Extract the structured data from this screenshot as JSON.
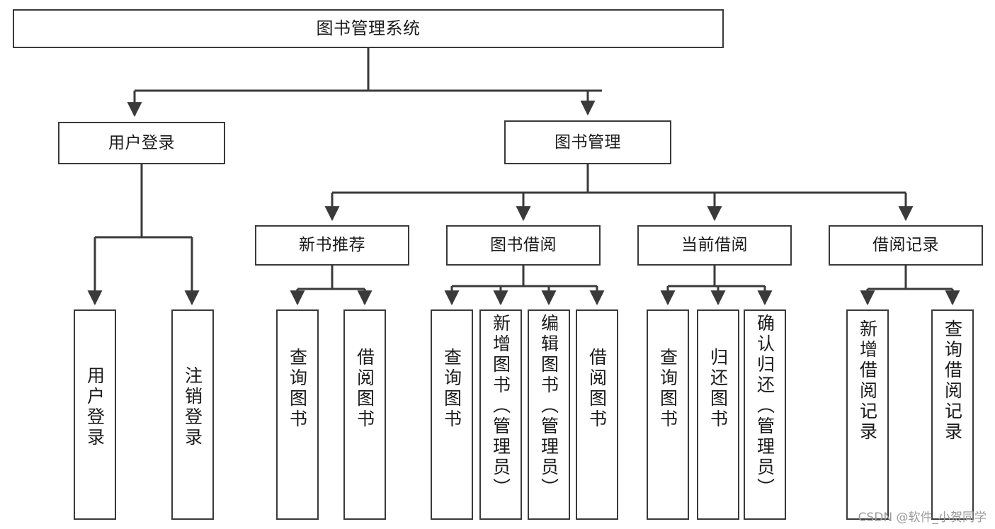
{
  "diagram": {
    "title": "图书管理系统",
    "type": "功能结构图",
    "stroke_color": "#3a3a3a",
    "text_color": "#1b1b1b",
    "background_color": "#ffffff"
  },
  "root": {
    "label": "图书管理系统"
  },
  "level2": [
    {
      "label": "用户登录"
    },
    {
      "label": "图书管理"
    }
  ],
  "level3": [
    {
      "label": "新书推荐"
    },
    {
      "label": "图书借阅"
    },
    {
      "label": "当前借阅"
    },
    {
      "label": "借阅记录"
    }
  ],
  "leaves": {
    "user_login": [
      {
        "label": "用户登录"
      },
      {
        "label": "注销登录"
      }
    ],
    "new_book_rec": [
      {
        "label": "查询图书"
      },
      {
        "label": "借阅图书"
      }
    ],
    "book_borrow": [
      {
        "label": "查询图书"
      },
      {
        "label": "新增图书（管理员）"
      },
      {
        "label": "编辑图书（管理员）"
      },
      {
        "label": "借阅图书"
      }
    ],
    "current_borrow": [
      {
        "label": "查询图书"
      },
      {
        "label": "归还图书"
      },
      {
        "label": "确认归还（管理员）"
      }
    ],
    "borrow_record": [
      {
        "label": "新增借阅记录"
      },
      {
        "label": "查询借阅记录"
      }
    ]
  },
  "watermark": {
    "text": "CSDN @软件_小贺同学"
  }
}
